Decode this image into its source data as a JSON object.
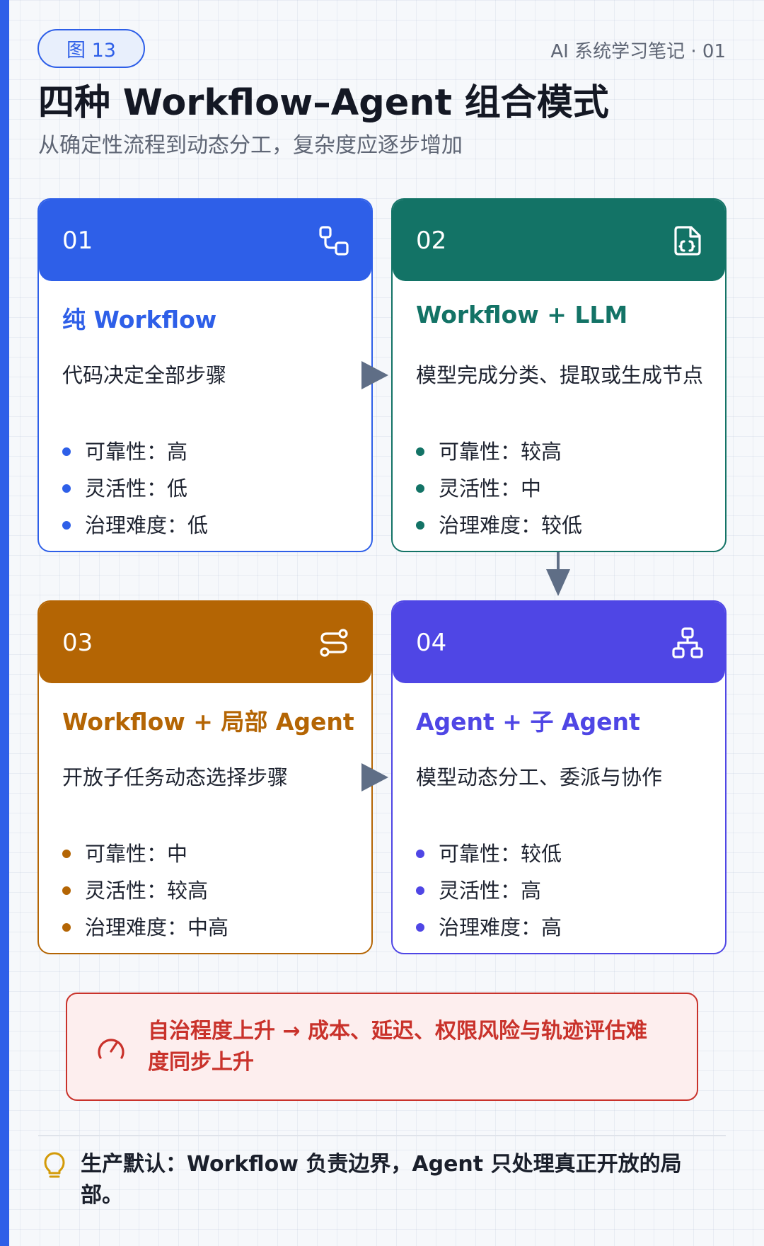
{
  "header": {
    "figure_label": "图 13",
    "note": "AI 系统学习笔记 · 01",
    "title": "四种 Workflow–Agent 组合模式",
    "subtitle": "从确定性流程到动态分工，复杂度应逐步增加"
  },
  "colors": {
    "blue": "#2e5fe8",
    "teal": "#137366",
    "amber": "#b46504",
    "purple": "#4f46e5",
    "red": "#c9322b",
    "arrow": "#5f6e86"
  },
  "cards": [
    {
      "num": "01",
      "icon": "node-link-icon",
      "title": "纯 Workflow",
      "desc": "代码决定全部步骤",
      "items": [
        "可靠性：高",
        "灵活性：低",
        "治理难度：低"
      ]
    },
    {
      "num": "02",
      "icon": "code-file-icon",
      "title": "Workflow + LLM",
      "desc": "模型完成分类、提取或生成节点",
      "items": [
        "可靠性：较高",
        "灵活性：中",
        "治理难度：较低"
      ]
    },
    {
      "num": "03",
      "icon": "route-icon",
      "title": "Workflow + 局部 Agent",
      "desc": "开放子任务动态选择步骤",
      "items": [
        "可靠性：中",
        "灵活性：较高",
        "治理难度：中高"
      ]
    },
    {
      "num": "04",
      "icon": "hierarchy-icon",
      "title": "Agent + 子 Agent",
      "desc": "模型动态分工、委派与协作",
      "items": [
        "可靠性：较低",
        "灵活性：高",
        "治理难度：高"
      ]
    }
  ],
  "risk": {
    "icon": "gauge-icon",
    "text": "自治程度上升 → 成本、延迟、权限风险与轨迹评估难度同步上升"
  },
  "footer": {
    "icon": "lightbulb-icon",
    "text": "生产默认：Workflow 负责边界，Agent 只处理真正开放的局部。"
  }
}
